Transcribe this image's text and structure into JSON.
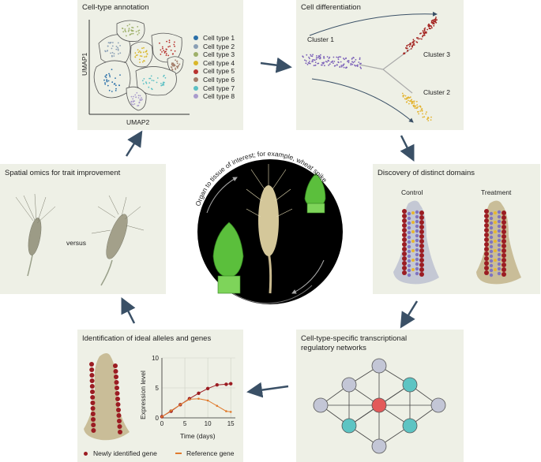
{
  "panels": {
    "cell_type_annotation": {
      "title": "Cell-type annotation",
      "x_axis": "UMAP2",
      "y_axis": "UMAP1",
      "legend": [
        {
          "label": "Cell type 1",
          "color": "#2a6fa8"
        },
        {
          "label": "Cell type 2",
          "color": "#8a9fb5"
        },
        {
          "label": "Cell type 3",
          "color": "#9eb06a"
        },
        {
          "label": "Cell type 4",
          "color": "#d9b72a"
        },
        {
          "label": "Cell type 5",
          "color": "#b8322f"
        },
        {
          "label": "Cell type 6",
          "color": "#a37d6a"
        },
        {
          "label": "Cell type 7",
          "color": "#5cc0c4"
        },
        {
          "label": "Cell type 8",
          "color": "#a99bcc"
        }
      ]
    },
    "cell_differentiation": {
      "title": "Cell differentiation",
      "cluster1": "Cluster 1",
      "cluster2": "Cluster 2",
      "cluster3": "Cluster 3"
    },
    "discovery": {
      "title": "Discovery of distinct domains",
      "control": "Control",
      "treatment": "Treatment"
    },
    "networks": {
      "title_line1": "Cell-type-specific transcriptional",
      "title_line2": "regulatory networks"
    },
    "alleles": {
      "title": "Identification of ideal alleles and genes",
      "chart_y_label": "Expression level",
      "chart_x_label": "Time (days)",
      "legend_new": "Newly identified gene",
      "legend_ref": "Reference gene"
    },
    "spatial": {
      "title": "Spatial omics for trait improvement",
      "versus": "versus"
    }
  },
  "center": {
    "arc_text": "Organ to tissue of interest; for example, wheat spike"
  },
  "chart_data": {
    "type": "line",
    "xlabel": "Time (days)",
    "ylabel": "Expression level",
    "xlim": [
      0,
      16
    ],
    "ylim": [
      0,
      10
    ],
    "xticks": [
      0,
      5,
      10,
      15
    ],
    "yticks": [
      0,
      5,
      10
    ],
    "series": [
      {
        "name": "Newly identified gene",
        "color": "#9b1c22",
        "x": [
          0,
          2,
          4,
          6,
          8,
          10,
          12,
          14,
          15
        ],
        "y": [
          0.2,
          1.1,
          2.2,
          3.2,
          4.1,
          4.9,
          5.5,
          5.6,
          5.7
        ]
      },
      {
        "name": "Reference gene",
        "color": "#e07b2e",
        "x": [
          0,
          2,
          4,
          6,
          8,
          10,
          12,
          14,
          15
        ],
        "y": [
          0.2,
          1.2,
          2.2,
          3.1,
          3.2,
          2.9,
          2.0,
          1.1,
          1.0
        ]
      }
    ]
  }
}
